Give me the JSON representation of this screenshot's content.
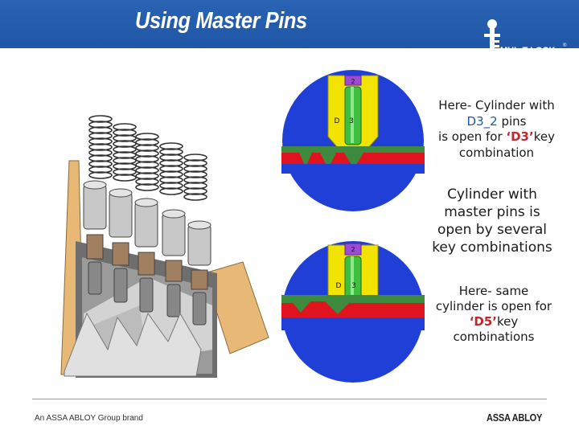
{
  "header": {
    "title": "Using Master Pins",
    "brand_name": "MUL-T-LOCK",
    "brand_registered": "®"
  },
  "colors": {
    "header_blue": "#1f56a6",
    "plug_blue": "#1f3fd6",
    "pin_green": "#3fbf3f",
    "pin_yellow": "#f2e400",
    "key_red": "#e0141e",
    "key_green": "#3e8a3e",
    "highlight_red": "#c0272d"
  },
  "diagram_top": {
    "pin_upper_label": "2",
    "pin_left_label": "D",
    "pin_right_label": "3"
  },
  "diagram_bottom": {
    "pin_upper_label": "2",
    "pin_left_label": "D",
    "pin_right_label": "3"
  },
  "callout_1": {
    "line1": "Here- Cylinder with",
    "highlight": "D3_2",
    "after_highlight": " pins",
    "line3_prefix": "is open for ",
    "code": "‘D3’",
    "line3_suffix": "key",
    "line4": "combination"
  },
  "callout_2": {
    "text_lines": [
      "Cylinder with",
      "master pins is",
      "open by several",
      "key combinations"
    ]
  },
  "callout_3": {
    "line1": "Here- same",
    "line2": "cylinder is open for",
    "code": "‘D5’",
    "line3_suffix": "key",
    "line4": "combinations"
  },
  "footer": {
    "left": "An ASSA ABLOY Group brand",
    "right": "ASSA ABLOY"
  }
}
